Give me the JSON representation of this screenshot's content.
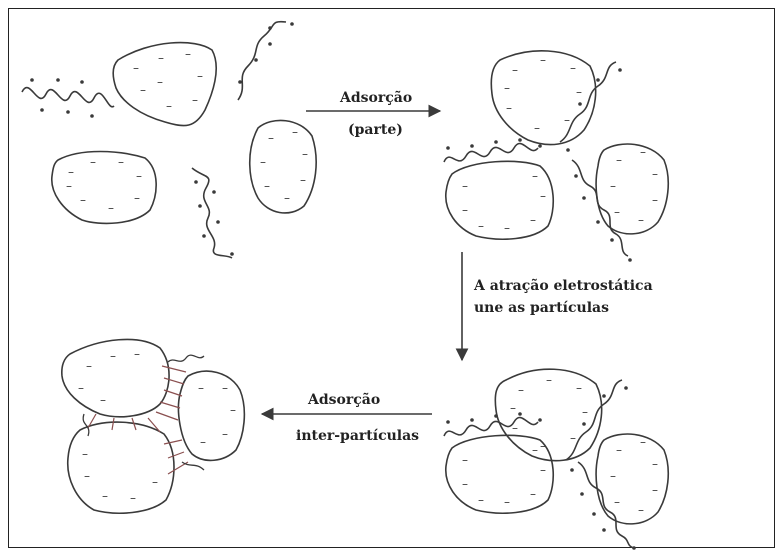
{
  "labels": {
    "step1_top": "Adsorção",
    "step1_bottom": "(parte)",
    "step2_line1": "A atração eletrostática",
    "step2_line2": "une as partículas",
    "step3_top": "Adsorção",
    "step3_bottom": "inter-partículas"
  },
  "colors": {
    "outline": "#3a3a3a",
    "charge_minus": "#3a3a3a",
    "charge_plus": "#3a3a3a",
    "bridge": "#8a4f4f"
  }
}
